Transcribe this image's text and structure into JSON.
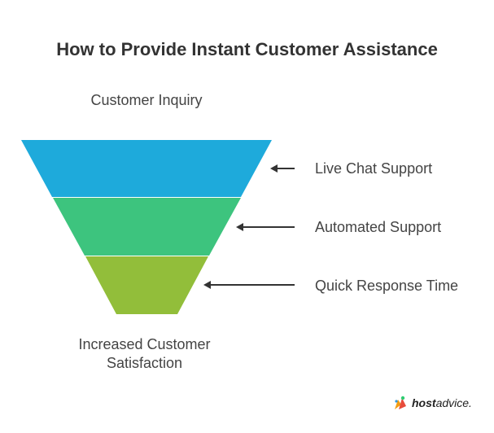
{
  "title": "How to Provide Instant Customer Assistance",
  "top_label": "Customer Inquiry",
  "bottom_label": [
    "Increased Customer",
    "Satisfaction"
  ],
  "stages": [
    {
      "label": "Live Chat Support",
      "color": "#1eaadb"
    },
    {
      "label": "Automated Support",
      "color": "#3dc47e"
    },
    {
      "label": "Quick Response Time",
      "color": "#92be3a"
    }
  ],
  "arrow_color": "#333333",
  "brand": {
    "host": "host",
    "advice": "advice.",
    "icon": "hostadvice-logo-icon"
  }
}
